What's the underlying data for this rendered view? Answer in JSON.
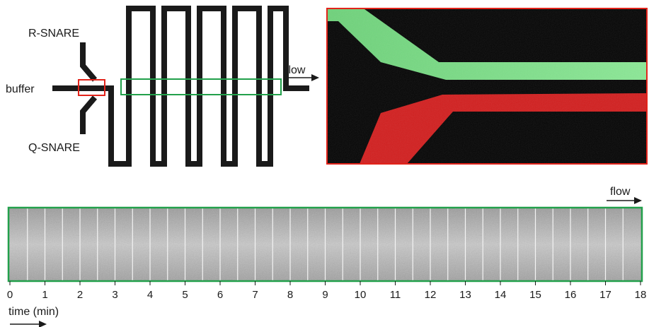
{
  "diagram": {
    "labels": {
      "r_snare": "R-SNARE",
      "buffer": "buffer",
      "q_snare": "Q-SNARE",
      "flow_top": "flow",
      "flow_bottom": "flow",
      "time_axis": "time (min)"
    },
    "time_ticks": [
      "0",
      "1",
      "2",
      "3",
      "4",
      "5",
      "6",
      "7",
      "8",
      "9",
      "10",
      "11",
      "12",
      "13",
      "14",
      "15",
      "16",
      "17",
      "18"
    ],
    "colors": {
      "channel": "#1a1a1a",
      "junction_box": "#e2231a",
      "green_box": "#22a04b",
      "green_stream": "#7fe08a",
      "red_stream": "#d21f1f"
    }
  }
}
